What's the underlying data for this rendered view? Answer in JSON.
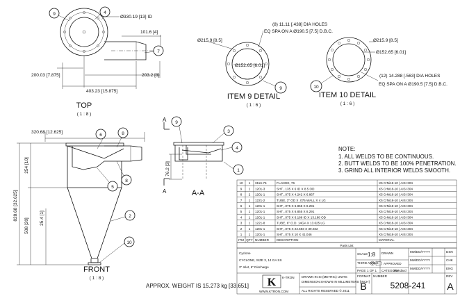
{
  "top_view": {
    "label": "TOP",
    "scale": "( 1 : 8 )",
    "dim_id": "Ø330.19 [13] ID",
    "dim_101": "101.6 [4]",
    "dim_200": "200.03 [7.875]",
    "dim_203": "203.2 [8]",
    "dim_403": "403.23 [15.875]",
    "balloons": [
      "9",
      "4",
      "7"
    ]
  },
  "item9": {
    "title": "ITEM 9 DETAIL",
    "scale": "( 1 : 6 )",
    "holes_line1": "(8) 11.11 [.438] DIA HOLES",
    "holes_line2": "EQ SPA ON A Ø190.5 [7.5] D.B.C.",
    "outer": "Ø215.9 [8.5]",
    "inner": "Ø152.65 [6.01]",
    "balloon": "9"
  },
  "item10": {
    "title": "ITEM 10 DETAIL",
    "scale": "( 1 : 6 )",
    "outer": "Ø215.9 [8.5]",
    "inner": "Ø152.65 [6.01]",
    "holes_line1": "(12) 14.288 [.563] DIA HOLES",
    "holes_line2": "EQ SPA ON A Ø190.5 [7.5] D.B.C.",
    "balloon": "10"
  },
  "front_view": {
    "label": "FRONT",
    "scale": "( 1 : 8 )",
    "dim_width": "320.68 [12.625]",
    "dim_254": "254 [10]",
    "dim_828": "828.68 [32.625]",
    "dim_508": "508 [20]",
    "dim_25": "25.4 [1]",
    "balloons": [
      "6",
      "8",
      "5",
      "8",
      "2",
      "10"
    ]
  },
  "section": {
    "label": "A-A",
    "cut_a": "A",
    "dim_76": "76.2 [3]",
    "balloons": [
      "9",
      "3",
      "4",
      "1"
    ]
  },
  "notes": {
    "title": "NOTE:",
    "items": [
      "1.  ALL WELDS TO BE CONTINUOUS.",
      "2.  BUTT WELDS TO BE 100% PENETRATION.",
      "3.  GRIND ALL INTERIOR WELDS SMOOTH."
    ]
  },
  "weight": "APPROX. WEIGHT IS 15.273 kg [33.651]",
  "parts_list": {
    "rows": [
      [
        "10",
        "1",
        "3116-76",
        "FLANGE, 76",
        "X5 CrNi18-10 | AISI 304"
      ],
      [
        "9",
        "1",
        "1201-3",
        "SHT, .135 X 6 ID X 8.5 OD",
        "X5 CrNi18-10 | AISI 304"
      ],
      [
        "8",
        "2",
        "1201-1",
        "SHT, .075 X 4.242 X 6.867",
        "X5 CrNi18-10 | AISI 304"
      ],
      [
        "7",
        "1",
        "1221-2",
        "TUBE, 3\" OD X .075 WALL X 4 LG",
        "X5 CrNi18-10 | AISI 304"
      ],
      [
        "6",
        "1",
        "1201-1",
        "SHT, .075 X 6.855 X 8.291",
        "X5 CrNi18-10 | AISI 304"
      ],
      [
        "5",
        "1",
        "1201-1",
        "SHT, .075 X 6.855 X 8.291",
        "X5 CrNi18-10 | AISI 304"
      ],
      [
        "4",
        "1",
        "1201-1",
        "SHT, .075 X 6.188 ID X 13.188 OD",
        "X5 CrNi18-10 | AISI 304"
      ],
      [
        "3",
        "1",
        "1221-8",
        "TUBE, 6\" O.D. 14GA X 13.625 LG",
        "X5 CrNi18-10 | AISI 304"
      ],
      [
        "2",
        "1",
        "1201-1",
        "SHT, .075 X 22.593 X 39.032",
        "X5 CrNi18-10 | AISI 304"
      ],
      [
        "1",
        "1",
        "1201-1",
        "SHT, .075 X 10 X 41.046",
        "X5 CrNi18-10 | AISI 304"
      ]
    ],
    "headers": [
      "ITM",
      "QTY",
      "NUMBER",
      "DESCRIPTION",
      "MATERIAL"
    ],
    "caption": "Parts List"
  },
  "title_block": {
    "name": "Cyclone",
    "line2": "CYCLONE, SIZE 3, 14 GA SS",
    "line3": "3\" Inlet, 6\" Discharge",
    "units1": "DRAWN IN SI (METRIC) UNITS",
    "units2": "DIMENSION SHOWN IN MILLIMETERS [INCH]",
    "rights": "ALL RIGHTS RESERVED © 2011",
    "website": "WWW.KTRON.COM",
    "scale_label": "SCALE",
    "scale_value": "1:8",
    "third_angle": "THIRD ANGLE",
    "approved": "APPROVED",
    "page_label": "PAGE",
    "page_value": "1 OF 1",
    "category_label": "CATEGORY",
    "category_value": "Standard",
    "format_label": "FORMAT",
    "format_value": "B",
    "number_label": "NUMBER",
    "number_value": "5208-241",
    "rev_label": "REV",
    "rev_value": "A",
    "drawn": "DRAWN",
    "date_fields": [
      "MM/DD/YYYY",
      "MM/DD/YYYY",
      "MM/DD/YYYY"
    ],
    "sig_fields": [
      "DSN",
      "CHK",
      "ENG"
    ],
    "ktron_letter": "K",
    "ktron_brand": "K-TRON"
  }
}
